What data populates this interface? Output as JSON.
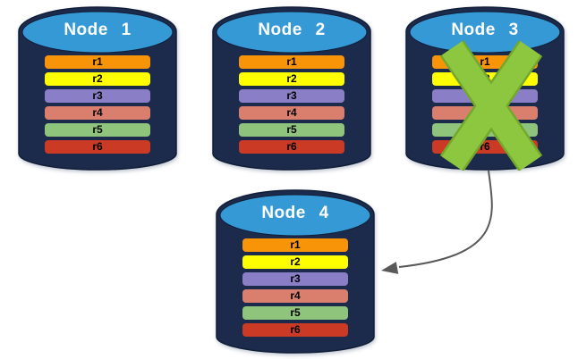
{
  "diagram": {
    "description": "Database replication diagram: four database nodes each holding rows r1-r6; Node 3 is failed (crossed out) and its data is replicated to Node 4",
    "colors": {
      "canvas_bg": "#FFFFFF",
      "cylinder_body": "#1C2B4C",
      "cylinder_outline": "#111E38",
      "cylinder_top": "#3599D6",
      "title_text": "#FFFFFF",
      "row_text": "#000000",
      "cross": "#8DC63F",
      "cross_outline": "#74A82C",
      "arrow": "#595959"
    },
    "nodes": [
      {
        "label": "Node 1",
        "failed": false
      },
      {
        "label": "Node 2",
        "failed": false
      },
      {
        "label": "Node 3",
        "failed": true
      },
      {
        "label": "Node 4",
        "failed": false
      }
    ],
    "rows": [
      {
        "label": "r1",
        "color": "#F79408"
      },
      {
        "label": "r2",
        "color": "#FEFE00"
      },
      {
        "label": "r3",
        "color": "#8A7EC6"
      },
      {
        "label": "r4",
        "color": "#DA7E6E"
      },
      {
        "label": "r5",
        "color": "#8FC47D"
      },
      {
        "label": "r6",
        "color": "#CB3A24"
      }
    ],
    "arrow": {
      "from": "Node 3",
      "to": "Node 4"
    }
  }
}
